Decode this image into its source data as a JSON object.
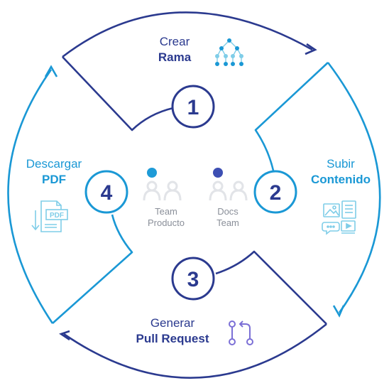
{
  "steps": [
    {
      "number": "1",
      "line1": "Crear",
      "line2": "Rama"
    },
    {
      "number": "2",
      "line1": "Subir",
      "line2": "Contenido"
    },
    {
      "number": "3",
      "line1": "Generar",
      "line2": "Pull Request"
    },
    {
      "number": "4",
      "line1": "Descargar",
      "line2": "PDF"
    }
  ],
  "teams": [
    {
      "line1": "Team",
      "line2": "Producto",
      "dot_color": "#1e9bd7"
    },
    {
      "line1": "Docs",
      "line2": "Team",
      "dot_color": "#3d4fb3"
    }
  ],
  "icons": {
    "step1": "tree-hierarchy-icon",
    "step2": "media-content-icon",
    "step3": "git-pull-request-icon",
    "step4": "pdf-download-icon"
  },
  "pdf_icon_text": "PDF",
  "colors": {
    "navy": "#2b3a8f",
    "blue": "#1a98d5",
    "light_blue": "#7fcde8",
    "purple": "#7b6fd6",
    "gray": "#8a8f99"
  }
}
